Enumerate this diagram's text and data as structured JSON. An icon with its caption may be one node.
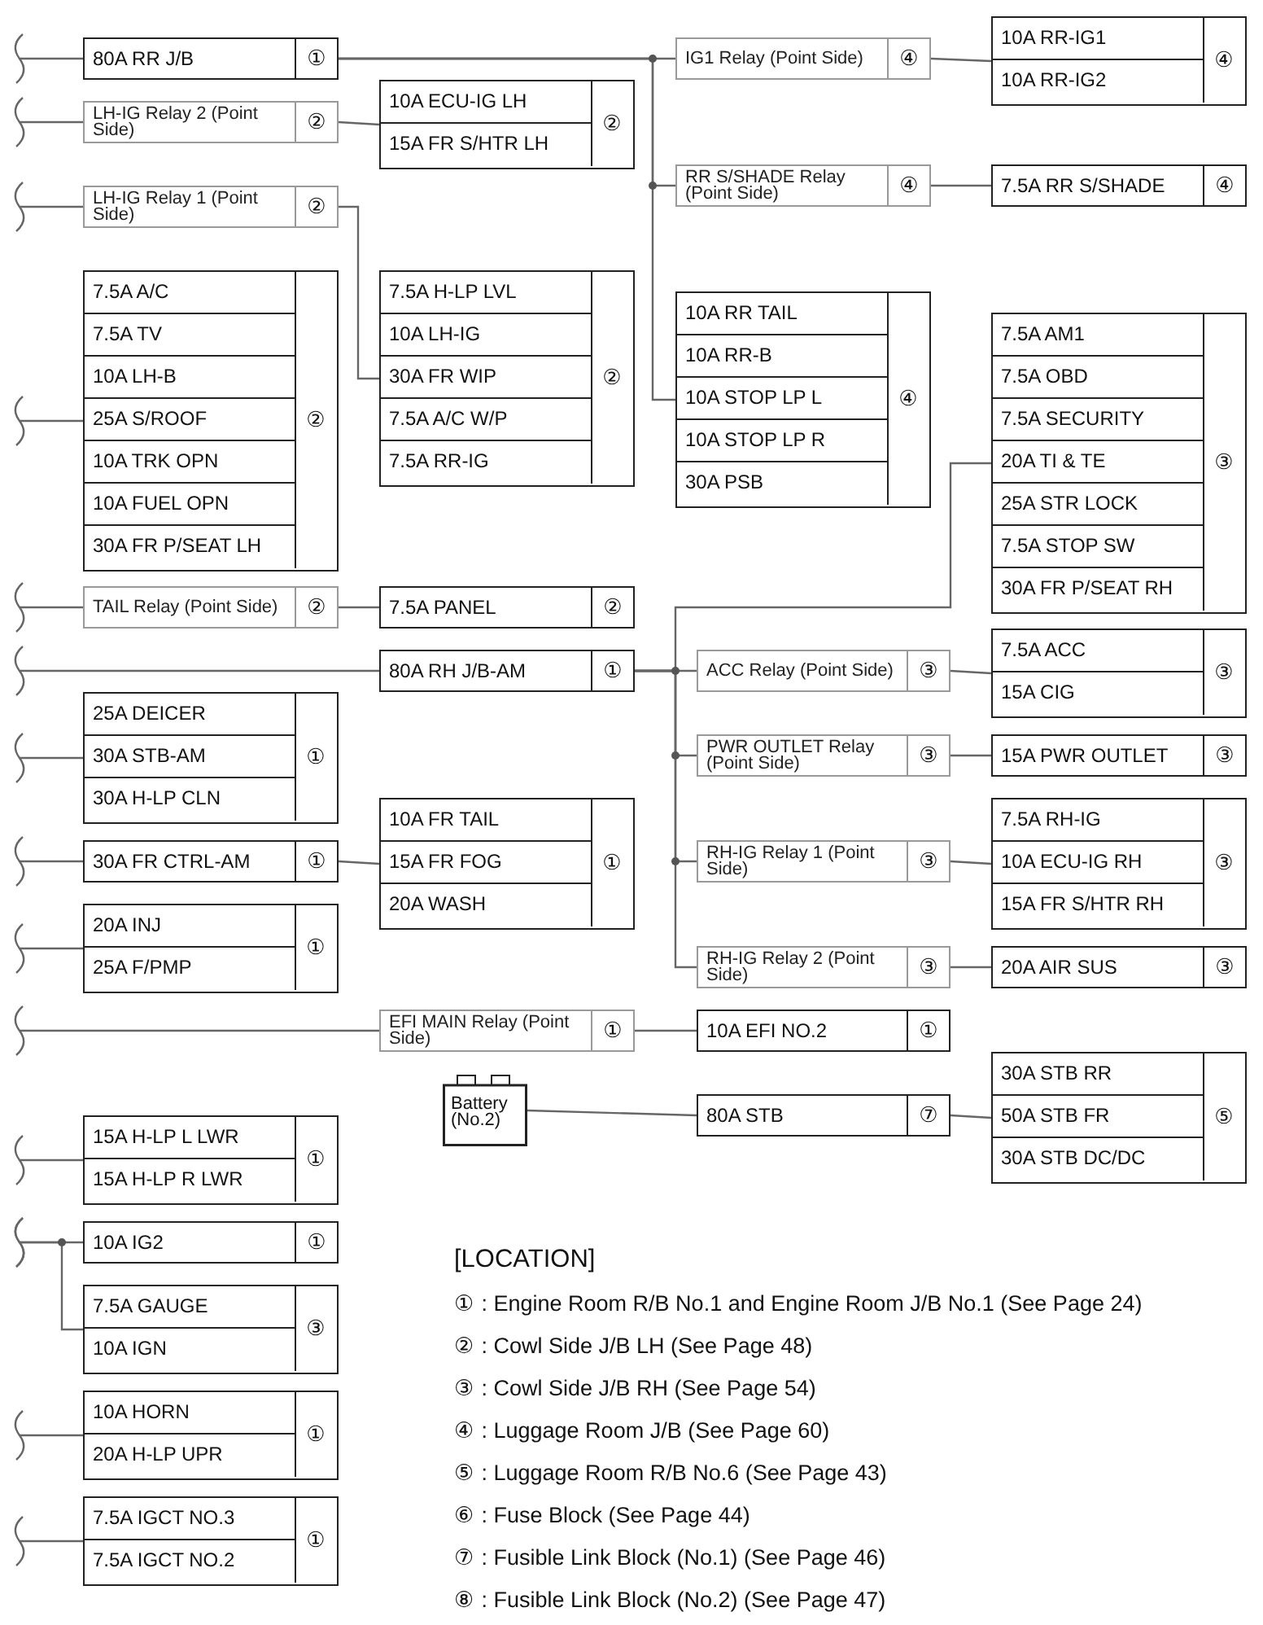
{
  "diagram": {
    "nodes": [
      {
        "text": [
          "80A RR J/B",
          "①"
        ]
      },
      {
        "text": [
          "IG1 Relay (Point Side)",
          "④"
        ]
      },
      {
        "text": [
          "④"
        ]
      },
      {
        "text": [
          "10A RR-IG1"
        ],
        "in": 2
      },
      {
        "text": [
          "10A RR-IG2"
        ],
        "in": 2
      },
      {
        "text": [
          "LH-IG Relay 2 (Point Side)",
          "②"
        ]
      },
      {
        "text": [
          "②"
        ]
      },
      {
        "text": [
          "10A ECU-IG LH"
        ],
        "in": 6
      },
      {
        "text": [
          "15A FR S/HTR LH"
        ],
        "in": 6
      },
      {
        "text": [
          "RR S/SHADE Relay (Point Side)",
          "④"
        ]
      },
      {
        "text": [
          "7.5A RR S/SHADE",
          "④"
        ]
      },
      {
        "text": [
          "LH-IG Relay 1 (Point Side)",
          "②"
        ]
      },
      {
        "text": [
          "②"
        ]
      },
      {
        "text": [
          "7.5A A/C"
        ],
        "in": 12
      },
      {
        "text": [
          "7.5A TV"
        ],
        "in": 12
      },
      {
        "text": [
          "10A LH-B"
        ],
        "in": 12
      },
      {
        "text": [
          "25A S/ROOF"
        ],
        "in": 12
      },
      {
        "text": [
          "10A TRK OPN"
        ],
        "in": 12
      },
      {
        "text": [
          "10A FUEL OPN"
        ],
        "in": 12
      },
      {
        "text": [
          "30A FR P/SEAT LH"
        ],
        "in": 12
      },
      {
        "text": [
          "②"
        ]
      },
      {
        "text": [
          "7.5A H-LP LVL"
        ],
        "in": 20
      },
      {
        "text": [
          "10A LH-IG"
        ],
        "in": 20
      },
      {
        "text": [
          "30A FR WIP"
        ],
        "in": 20
      },
      {
        "text": [
          "7.5A A/C W/P"
        ],
        "in": 20
      },
      {
        "text": [
          "7.5A RR-IG"
        ],
        "in": 20
      },
      {
        "text": [
          "④"
        ]
      },
      {
        "text": [
          "10A RR TAIL"
        ],
        "in": 26
      },
      {
        "text": [
          "10A RR-B"
        ],
        "in": 26
      },
      {
        "text": [
          "10A STOP LP L"
        ],
        "in": 26
      },
      {
        "text": [
          "10A STOP LP R"
        ],
        "in": 26
      },
      {
        "text": [
          "30A PSB"
        ],
        "in": 26
      },
      {
        "text": [
          "③"
        ]
      },
      {
        "text": [
          "7.5A AM1"
        ],
        "in": 32
      },
      {
        "text": [
          "7.5A OBD"
        ],
        "in": 32
      },
      {
        "text": [
          "7.5A SECURITY"
        ],
        "in": 32
      },
      {
        "text": [
          "20A TI & TE"
        ],
        "in": 32
      },
      {
        "text": [
          "25A STR LOCK"
        ],
        "in": 32
      },
      {
        "text": [
          "7.5A STOP SW"
        ],
        "in": 32
      },
      {
        "text": [
          "30A FR P/SEAT RH"
        ],
        "in": 32
      },
      {
        "text": [
          "TAIL Relay (Point Side)",
          "②"
        ]
      },
      {
        "text": [
          "7.5A PANEL",
          "②"
        ]
      },
      {
        "text": [
          "80A RH J/B-AM",
          "①"
        ]
      },
      {
        "text": [
          "ACC Relay (Point Side)",
          "③"
        ]
      },
      {
        "text": [
          "③"
        ]
      },
      {
        "text": [
          "7.5A ACC"
        ],
        "in": 44
      },
      {
        "text": [
          "15A CIG"
        ],
        "in": 44
      },
      {
        "text": [
          "①"
        ]
      },
      {
        "text": [
          "25A DEICER"
        ],
        "in": 47
      },
      {
        "text": [
          "30A STB-AM"
        ],
        "in": 47
      },
      {
        "text": [
          "30A H-LP CLN"
        ],
        "in": 47
      },
      {
        "text": [
          "PWR OUTLET Relay (Point Side)",
          "③"
        ]
      },
      {
        "text": [
          "15A PWR OUTLET",
          "③"
        ]
      },
      {
        "text": [
          "①"
        ]
      },
      {
        "text": [
          "10A FR TAIL"
        ],
        "in": 53
      },
      {
        "text": [
          "15A FR FOG"
        ],
        "in": 53
      },
      {
        "text": [
          "20A WASH"
        ],
        "in": 53
      },
      {
        "text": [
          "③"
        ]
      },
      {
        "text": [
          "7.5A RH-IG"
        ],
        "in": 57
      },
      {
        "text": [
          "10A ECU-IG RH"
        ],
        "in": 57
      },
      {
        "text": [
          "15A FR S/HTR RH"
        ],
        "in": 57
      },
      {
        "text": [
          "30A FR CTRL-AM",
          "①"
        ]
      },
      {
        "text": [
          "RH-IG Relay 1 (Point Side)",
          "③"
        ]
      },
      {
        "text": [
          "①"
        ]
      },
      {
        "text": [
          "20A INJ"
        ],
        "in": 63
      },
      {
        "text": [
          "25A F/PMP"
        ],
        "in": 63
      },
      {
        "text": [
          "RH-IG Relay 2 (Point Side)",
          "③"
        ]
      },
      {
        "text": [
          "20A AIR SUS",
          "③"
        ]
      },
      {
        "text": [
          "EFI MAIN Relay (Point Side)",
          "①"
        ]
      },
      {
        "text": [
          "10A EFI NO.2",
          "①"
        ]
      },
      {
        "text": [
          "⑤"
        ]
      },
      {
        "text": [
          "30A STB RR"
        ],
        "in": 70
      },
      {
        "text": [
          "50A STB FR"
        ],
        "in": 70
      },
      {
        "text": [
          "30A STB DC/DC"
        ],
        "in": 70
      },
      {
        "text": [
          "Battery (No.2)"
        ]
      },
      {
        "text": [
          "80A STB",
          "⑦"
        ]
      },
      {
        "text": [
          "①"
        ]
      },
      {
        "text": [
          "15A H-LP L LWR"
        ],
        "in": 76
      },
      {
        "text": [
          "15A H-LP R LWR"
        ],
        "in": 76
      },
      {
        "text": [
          "10A IG2",
          "①"
        ]
      },
      {
        "text": [
          "③"
        ]
      },
      {
        "text": [
          "7.5A GAUGE"
        ],
        "in": 80
      },
      {
        "text": [
          "10A IGN"
        ],
        "in": 80
      },
      {
        "text": [
          "①"
        ]
      },
      {
        "text": [
          "10A HORN"
        ],
        "in": 83
      },
      {
        "text": [
          "20A H-LP UPR"
        ],
        "in": 83
      },
      {
        "text": [
          "①"
        ]
      },
      {
        "text": [
          "7.5A IGCT NO.3"
        ],
        "in": 86
      },
      {
        "text": [
          "7.5A IGCT NO.2"
        ],
        "in": 86
      }
    ],
    "edges": [
      {
        "from": null,
        "to": 0,
        "arrow": "none"
      },
      {
        "from": 0,
        "to": 1,
        "arrow": "none"
      },
      {
        "from": 0,
        "to": 9,
        "arrow": "none"
      },
      {
        "from": 0,
        "to": 26,
        "arrow": "none"
      },
      {
        "from": 1,
        "to": 2,
        "arrow": "none"
      },
      {
        "from": null,
        "to": 5,
        "arrow": "none"
      },
      {
        "from": 5,
        "to": 6,
        "arrow": "none"
      },
      {
        "from": 9,
        "to": 10,
        "arrow": "none"
      },
      {
        "from": null,
        "to": 11,
        "arrow": "none"
      },
      {
        "from": 11,
        "to": 20,
        "arrow": "none"
      },
      {
        "from": null,
        "to": 12,
        "arrow": "none"
      },
      {
        "from": null,
        "to": 40,
        "arrow": "none"
      },
      {
        "from": 40,
        "to": 41,
        "arrow": "none"
      },
      {
        "from": null,
        "to": 42,
        "arrow": "none"
      },
      {
        "from": 42,
        "to": 43,
        "arrow": "none"
      },
      {
        "from": 42,
        "to": 51,
        "arrow": "none"
      },
      {
        "from": 42,
        "to": 62,
        "arrow": "none"
      },
      {
        "from": 42,
        "to": 66,
        "arrow": "none"
      },
      {
        "from": 42,
        "to": 32,
        "arrow": "none"
      },
      {
        "from": 43,
        "to": 44,
        "arrow": "none"
      },
      {
        "from": null,
        "to": 47,
        "arrow": "none"
      },
      {
        "from": 51,
        "to": 52,
        "arrow": "none"
      },
      {
        "from": null,
        "to": 61,
        "arrow": "none"
      },
      {
        "from": 61,
        "to": 53,
        "arrow": "none"
      },
      {
        "from": 62,
        "to": 57,
        "arrow": "none"
      },
      {
        "from": null,
        "to": 63,
        "arrow": "none"
      },
      {
        "from": 66,
        "to": 67,
        "arrow": "none"
      },
      {
        "from": null,
        "to": 68,
        "arrow": "none"
      },
      {
        "from": 68,
        "to": 69,
        "arrow": "none"
      },
      {
        "from": 74,
        "to": 75,
        "arrow": "none"
      },
      {
        "from": 75,
        "to": 70,
        "arrow": "none"
      },
      {
        "from": null,
        "to": 76,
        "arrow": "none"
      },
      {
        "from": null,
        "to": 79,
        "arrow": "none"
      },
      {
        "from": null,
        "to": 80,
        "arrow": "none"
      },
      {
        "from": null,
        "to": 83,
        "arrow": "none"
      },
      {
        "from": null,
        "to": 86,
        "arrow": "none"
      }
    ],
    "labels": [
      "[LOCATION]",
      "① : Engine Room R/B No.1 and Engine Room J/B No.1 (See Page 24)",
      "② : Cowl Side J/B LH (See Page 48)",
      "③ : Cowl Side J/B RH (See Page 54)",
      "④ : Luggage Room J/B (See Page 60)",
      "⑤ : Luggage Room R/B No.6 (See Page 43)",
      "⑥ : Fuse Block (See Page 44)",
      "⑦ : Fusible Link Block (No.1) (See Page 46)",
      "⑧ : Fusible Link Block (No.2) (See Page 47)"
    ]
  }
}
